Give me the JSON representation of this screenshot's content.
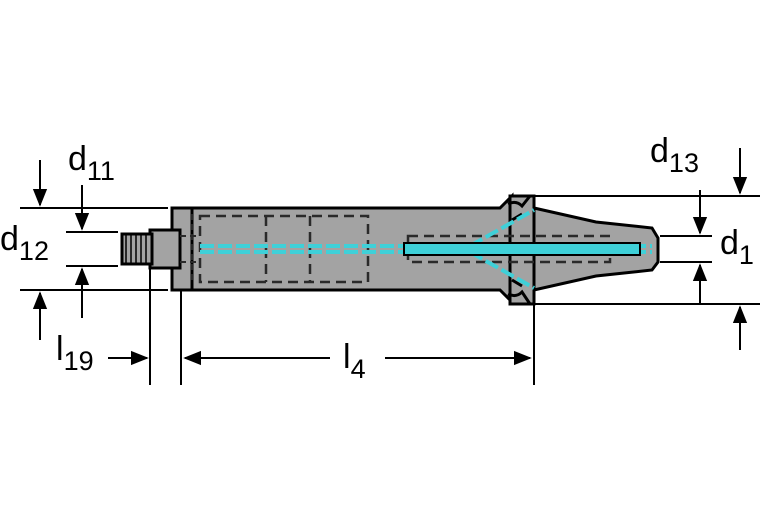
{
  "colors": {
    "background": "#ffffff",
    "body_fill": "#a3a3a3",
    "outline": "#000000",
    "coolant": "#3fd0d8",
    "hidden_line": "#2a2a2a"
  },
  "labels": {
    "d11": {
      "main": "d",
      "sub": "11"
    },
    "d12": {
      "main": "d",
      "sub": "12"
    },
    "d13": {
      "main": "d",
      "sub": "13"
    },
    "d1": {
      "main": "d",
      "sub": "1"
    },
    "l19": {
      "main": "l",
      "sub": "19"
    },
    "l4": {
      "main": "l",
      "sub": "4"
    }
  }
}
